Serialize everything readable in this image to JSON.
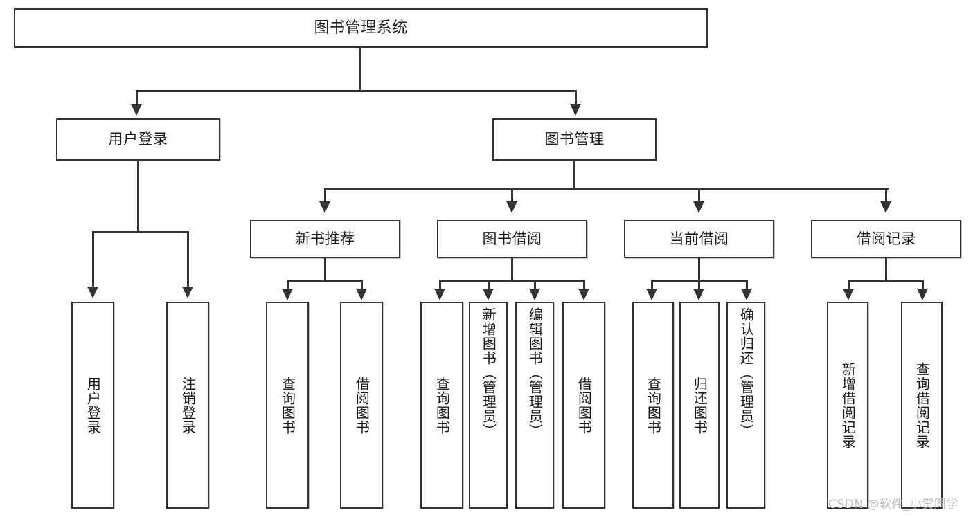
{
  "diagram": {
    "type": "hierarchy-tree",
    "title": "图书管理系统",
    "root": {
      "label": "图书管理系统"
    },
    "level2": [
      {
        "label": "用户登录"
      },
      {
        "label": "图书管理"
      }
    ],
    "level3": [
      {
        "label": "新书推荐"
      },
      {
        "label": "图书借阅"
      },
      {
        "label": "当前借阅"
      },
      {
        "label": "借阅记录"
      }
    ],
    "leaves": {
      "user_login": [
        {
          "label": "用户登录"
        },
        {
          "label": "注销登录"
        }
      ],
      "new_book_recommend": [
        {
          "label": "查询图书"
        },
        {
          "label": "借阅图书"
        }
      ],
      "book_borrow": [
        {
          "label": "查询图书"
        },
        {
          "label": "新增图书（管理员）"
        },
        {
          "label": "编辑图书（管理员）"
        },
        {
          "label": "借阅图书"
        }
      ],
      "current_borrow": [
        {
          "label": "查询图书"
        },
        {
          "label": "归还图书"
        },
        {
          "label": "确认归还（管理员）"
        }
      ],
      "borrow_record": [
        {
          "label": "新增借阅记录"
        },
        {
          "label": "查询借阅记录"
        }
      ]
    }
  },
  "watermark": {
    "text": "CSDN @软件_小贺同学"
  },
  "colors": {
    "stroke": "#333333",
    "box_fill": "#ffffff",
    "text": "#1b1b1b",
    "watermark": "#bdbdbd",
    "page_background": "#ffffff"
  }
}
